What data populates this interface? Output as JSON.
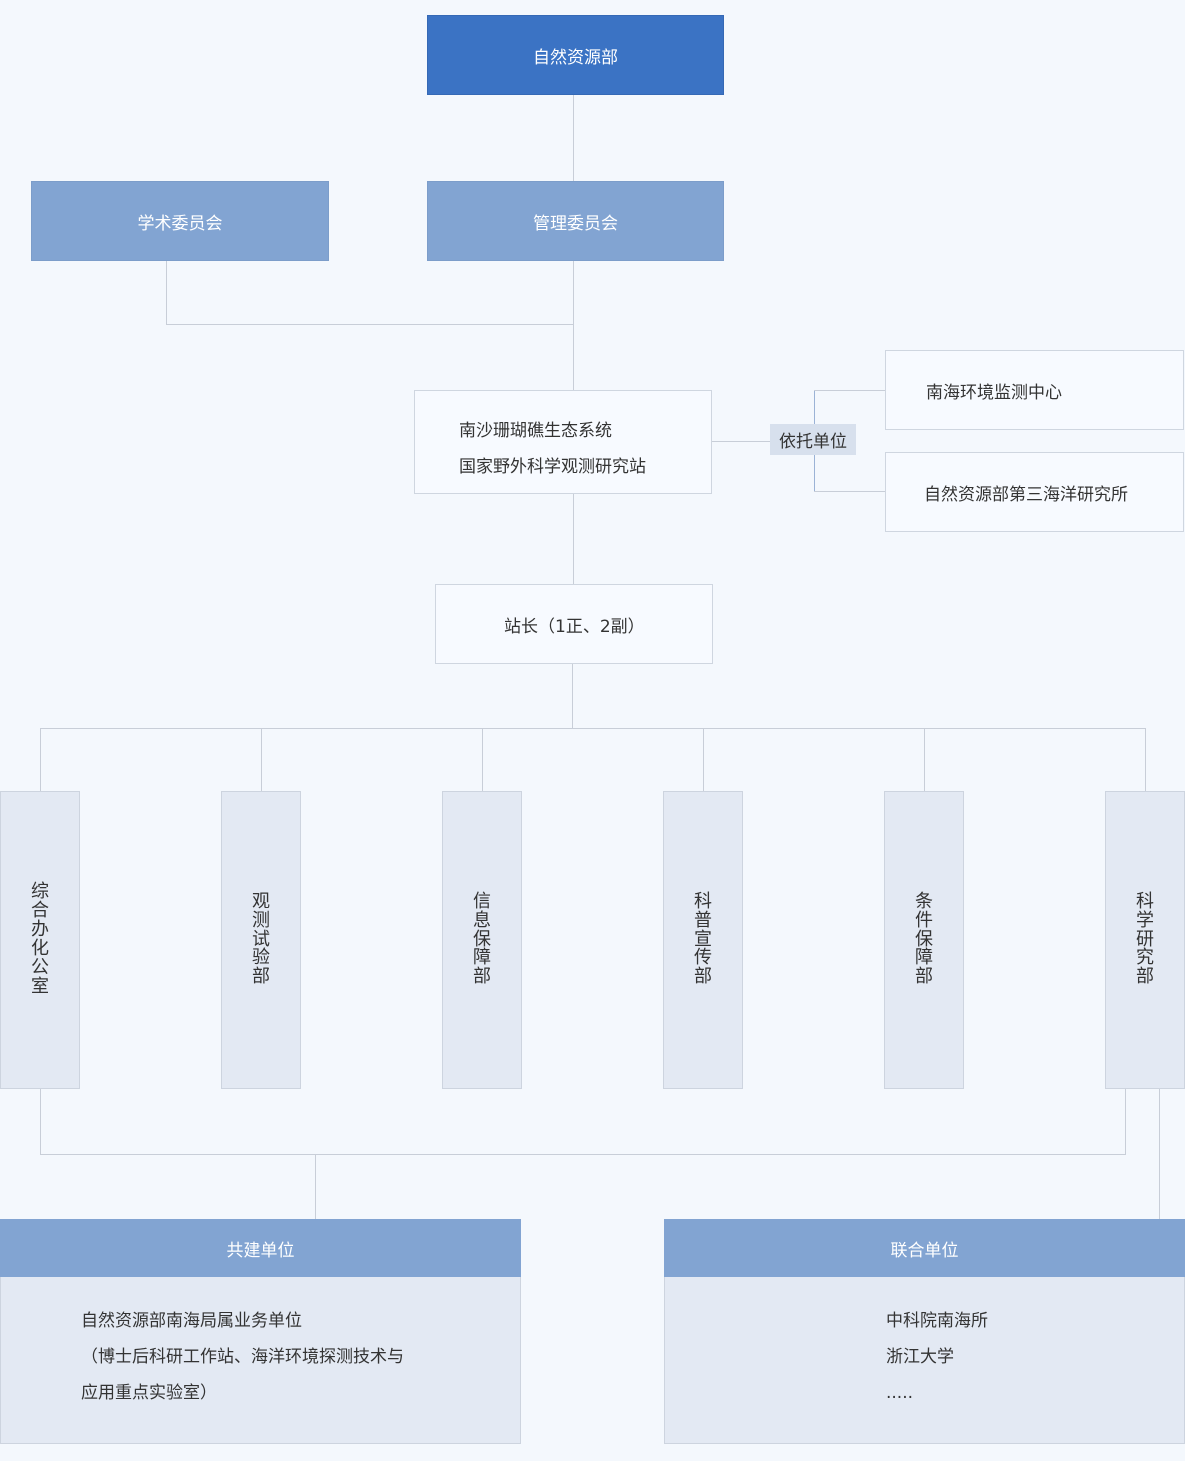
{
  "nodes": {
    "ministry": "自然资源部",
    "academic_committee": "学术委员会",
    "management_committee": "管理委员会",
    "station_line1": "南沙珊瑚礁生态系统",
    "station_line2": "国家野外科学观测研究站",
    "support_tag": "依托单位",
    "support_unit_1": "南海环境监测中心",
    "support_unit_2": "自然资源部第三海洋研究所",
    "director": "站长（1正、2副）"
  },
  "departments": [
    "综合办化公室",
    "观测试验部",
    "信息保障部",
    "科普宣传部",
    "条件保障部",
    "科学研究部"
  ],
  "co_build": {
    "title": "共建单位",
    "lines": [
      "自然资源部南海局属业务单位",
      "（博士后科研工作站、海洋环境探测技术与",
      "应用重点实验室）"
    ]
  },
  "joint": {
    "title": "联合单位",
    "lines": [
      "中科院南海所",
      "浙江大学",
      "....."
    ]
  }
}
